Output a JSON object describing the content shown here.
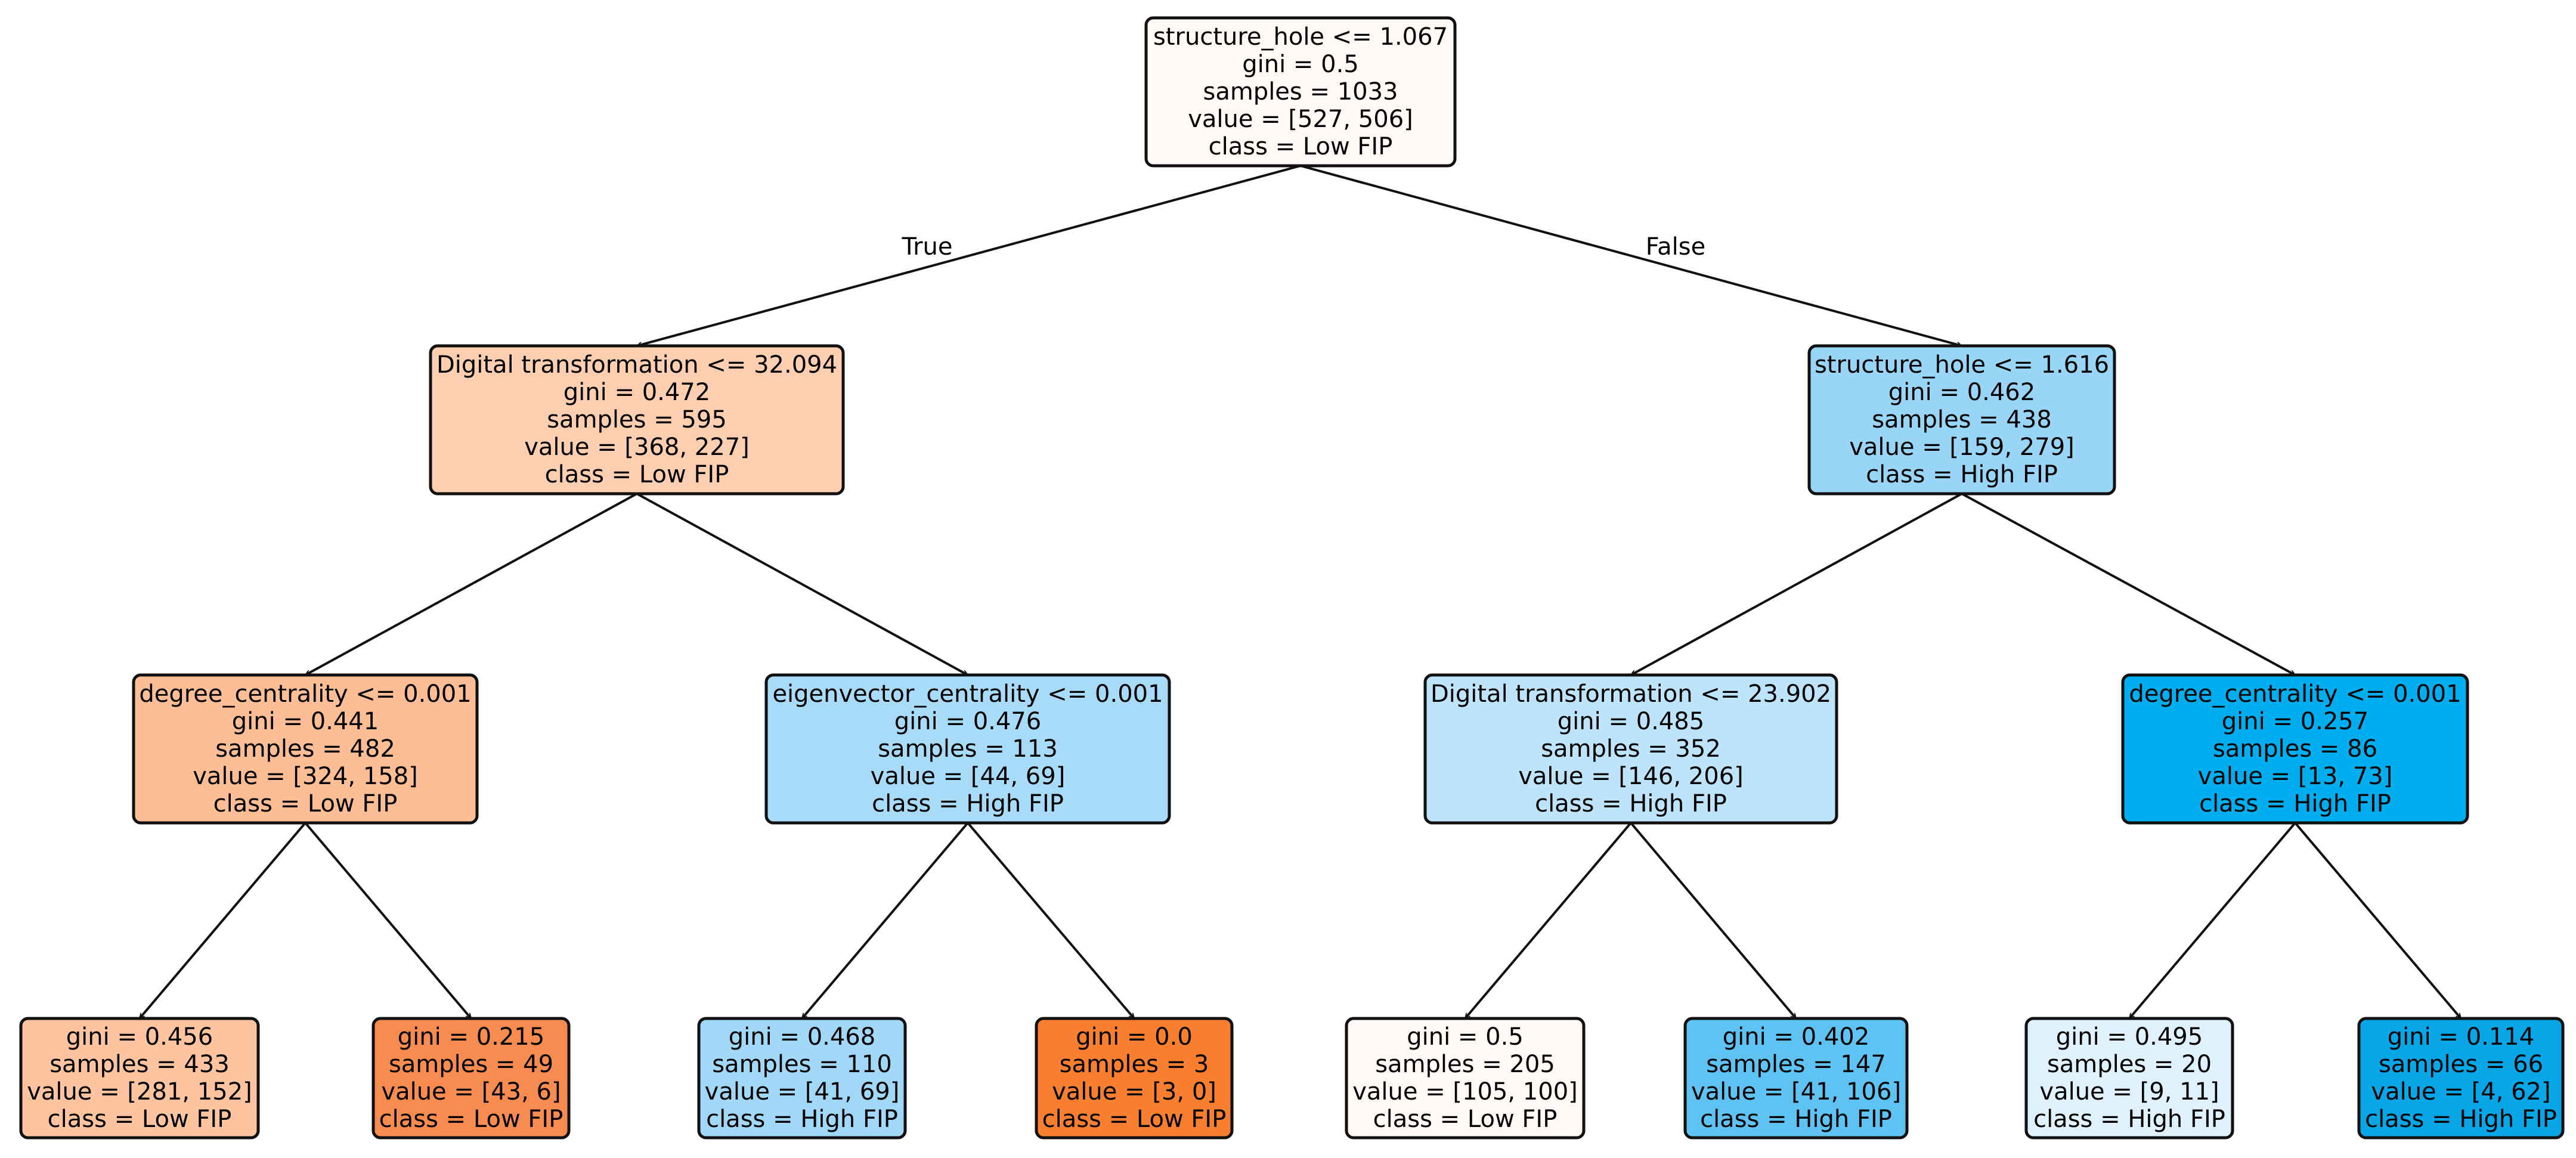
{
  "tree": {
    "edge_labels": {
      "true_label": "True",
      "false_label": "False"
    },
    "nodes": [
      {
        "id": "root",
        "lines": [
          "structure_hole <= 1.067",
          "gini = 0.5",
          "samples = 1033",
          "value = [527, 506]",
          "class = Low FIP"
        ],
        "fill": "#fef9f6"
      },
      {
        "id": "n1",
        "lines": [
          "Digital transformation <= 32.094",
          "gini = 0.472",
          "samples = 595",
          "value = [368, 227]",
          "class = Low FIP"
        ],
        "fill": "#fdceaf"
      },
      {
        "id": "n2",
        "lines": [
          "structure_hole <= 1.616",
          "gini = 0.462",
          "samples = 438",
          "value = [159, 279]",
          "class = High FIP"
        ],
        "fill": "#99d5f7"
      },
      {
        "id": "n3",
        "lines": [
          "degree_centrality <= 0.001",
          "gini = 0.441",
          "samples = 482",
          "value = [324, 158]",
          "class = Low FIP"
        ],
        "fill": "#fdbd95"
      },
      {
        "id": "n4",
        "lines": [
          "eigenvector_centrality <= 0.001",
          "gini = 0.476",
          "samples = 113",
          "value = [44, 69]",
          "class = High FIP"
        ],
        "fill": "#a8dbf8"
      },
      {
        "id": "n5",
        "lines": [
          "Digital transformation <= 23.902",
          "gini = 0.485",
          "samples = 352",
          "value = [146, 206]",
          "class = High FIP"
        ],
        "fill": "#bde4fa"
      },
      {
        "id": "n6",
        "lines": [
          "degree_centrality <= 0.001",
          "gini = 0.257",
          "samples = 86",
          "value = [13, 73]",
          "class = High FIP"
        ],
        "fill": "#00aeef"
      },
      {
        "id": "l1",
        "lines": [
          "gini = 0.456",
          "samples = 433",
          "value = [281, 152]",
          "class = Low FIP"
        ],
        "fill": "#fdc49f"
      },
      {
        "id": "l2",
        "lines": [
          "gini = 0.215",
          "samples = 49",
          "value = [43, 6]",
          "class = Low FIP"
        ],
        "fill": "#f88c50"
      },
      {
        "id": "l3",
        "lines": [
          "gini = 0.468",
          "samples = 110",
          "value = [41, 69]",
          "class = High FIP"
        ],
        "fill": "#a2d8f7"
      },
      {
        "id": "l4",
        "lines": [
          "gini = 0.0",
          "samples = 3",
          "value = [3, 0]",
          "class = Low FIP"
        ],
        "fill": "#f77f2f"
      },
      {
        "id": "l5",
        "lines": [
          "gini = 0.5",
          "samples = 205",
          "value = [105, 100]",
          "class = Low FIP"
        ],
        "fill": "#fef9f6"
      },
      {
        "id": "l6",
        "lines": [
          "gini = 0.402",
          "samples = 147",
          "value = [41, 106]",
          "class = High FIP"
        ],
        "fill": "#5ec3f2"
      },
      {
        "id": "l7",
        "lines": [
          "gini = 0.495",
          "samples = 20",
          "value = [9, 11]",
          "class = High FIP"
        ],
        "fill": "#dff1fc"
      },
      {
        "id": "l8",
        "lines": [
          "gini = 0.114",
          "samples = 66",
          "value = [4, 62]",
          "class = High FIP"
        ],
        "fill": "#08a6e6"
      }
    ],
    "edges": [
      {
        "from": "root",
        "to": "n1"
      },
      {
        "from": "root",
        "to": "n2"
      },
      {
        "from": "n1",
        "to": "n3"
      },
      {
        "from": "n1",
        "to": "n4"
      },
      {
        "from": "n2",
        "to": "n5"
      },
      {
        "from": "n2",
        "to": "n6"
      },
      {
        "from": "n3",
        "to": "l1"
      },
      {
        "from": "n3",
        "to": "l2"
      },
      {
        "from": "n4",
        "to": "l3"
      },
      {
        "from": "n4",
        "to": "l4"
      },
      {
        "from": "n5",
        "to": "l5"
      },
      {
        "from": "n5",
        "to": "l6"
      },
      {
        "from": "n6",
        "to": "l7"
      },
      {
        "from": "n6",
        "to": "l8"
      }
    ]
  }
}
